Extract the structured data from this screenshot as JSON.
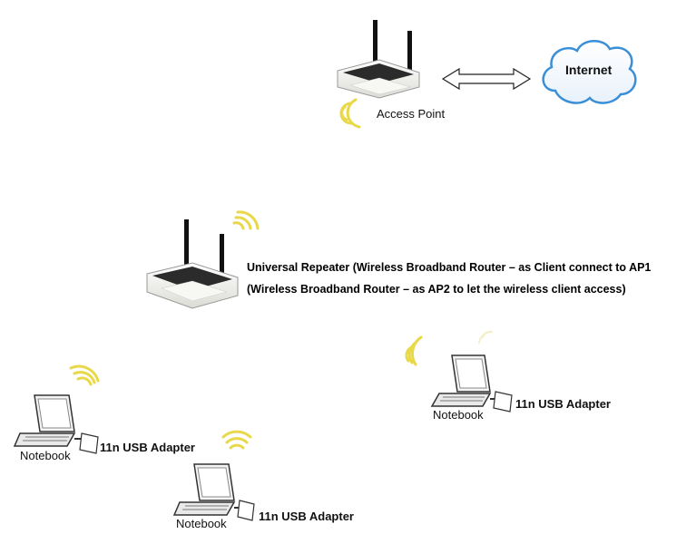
{
  "access_point": {
    "label": "Access Point"
  },
  "internet": {
    "label": "Internet"
  },
  "repeater": {
    "line1": "Universal Repeater (Wireless Broadband Router – as Client connect to AP1",
    "line2": "(Wireless Broadband Router – as AP2  to let the wireless client access)"
  },
  "clients": [
    {
      "notebook_label": "Notebook",
      "adapter_label": "11n USB Adapter"
    },
    {
      "notebook_label": "Notebook",
      "adapter_label": "11n USB Adapter"
    },
    {
      "notebook_label": "Notebook",
      "adapter_label": "11n USB Adapter"
    }
  ],
  "colors": {
    "wifi": "#e8d84a",
    "cloud": "#3b8fd6",
    "router_body": "#f2f2ee",
    "router_front": "#222222"
  }
}
